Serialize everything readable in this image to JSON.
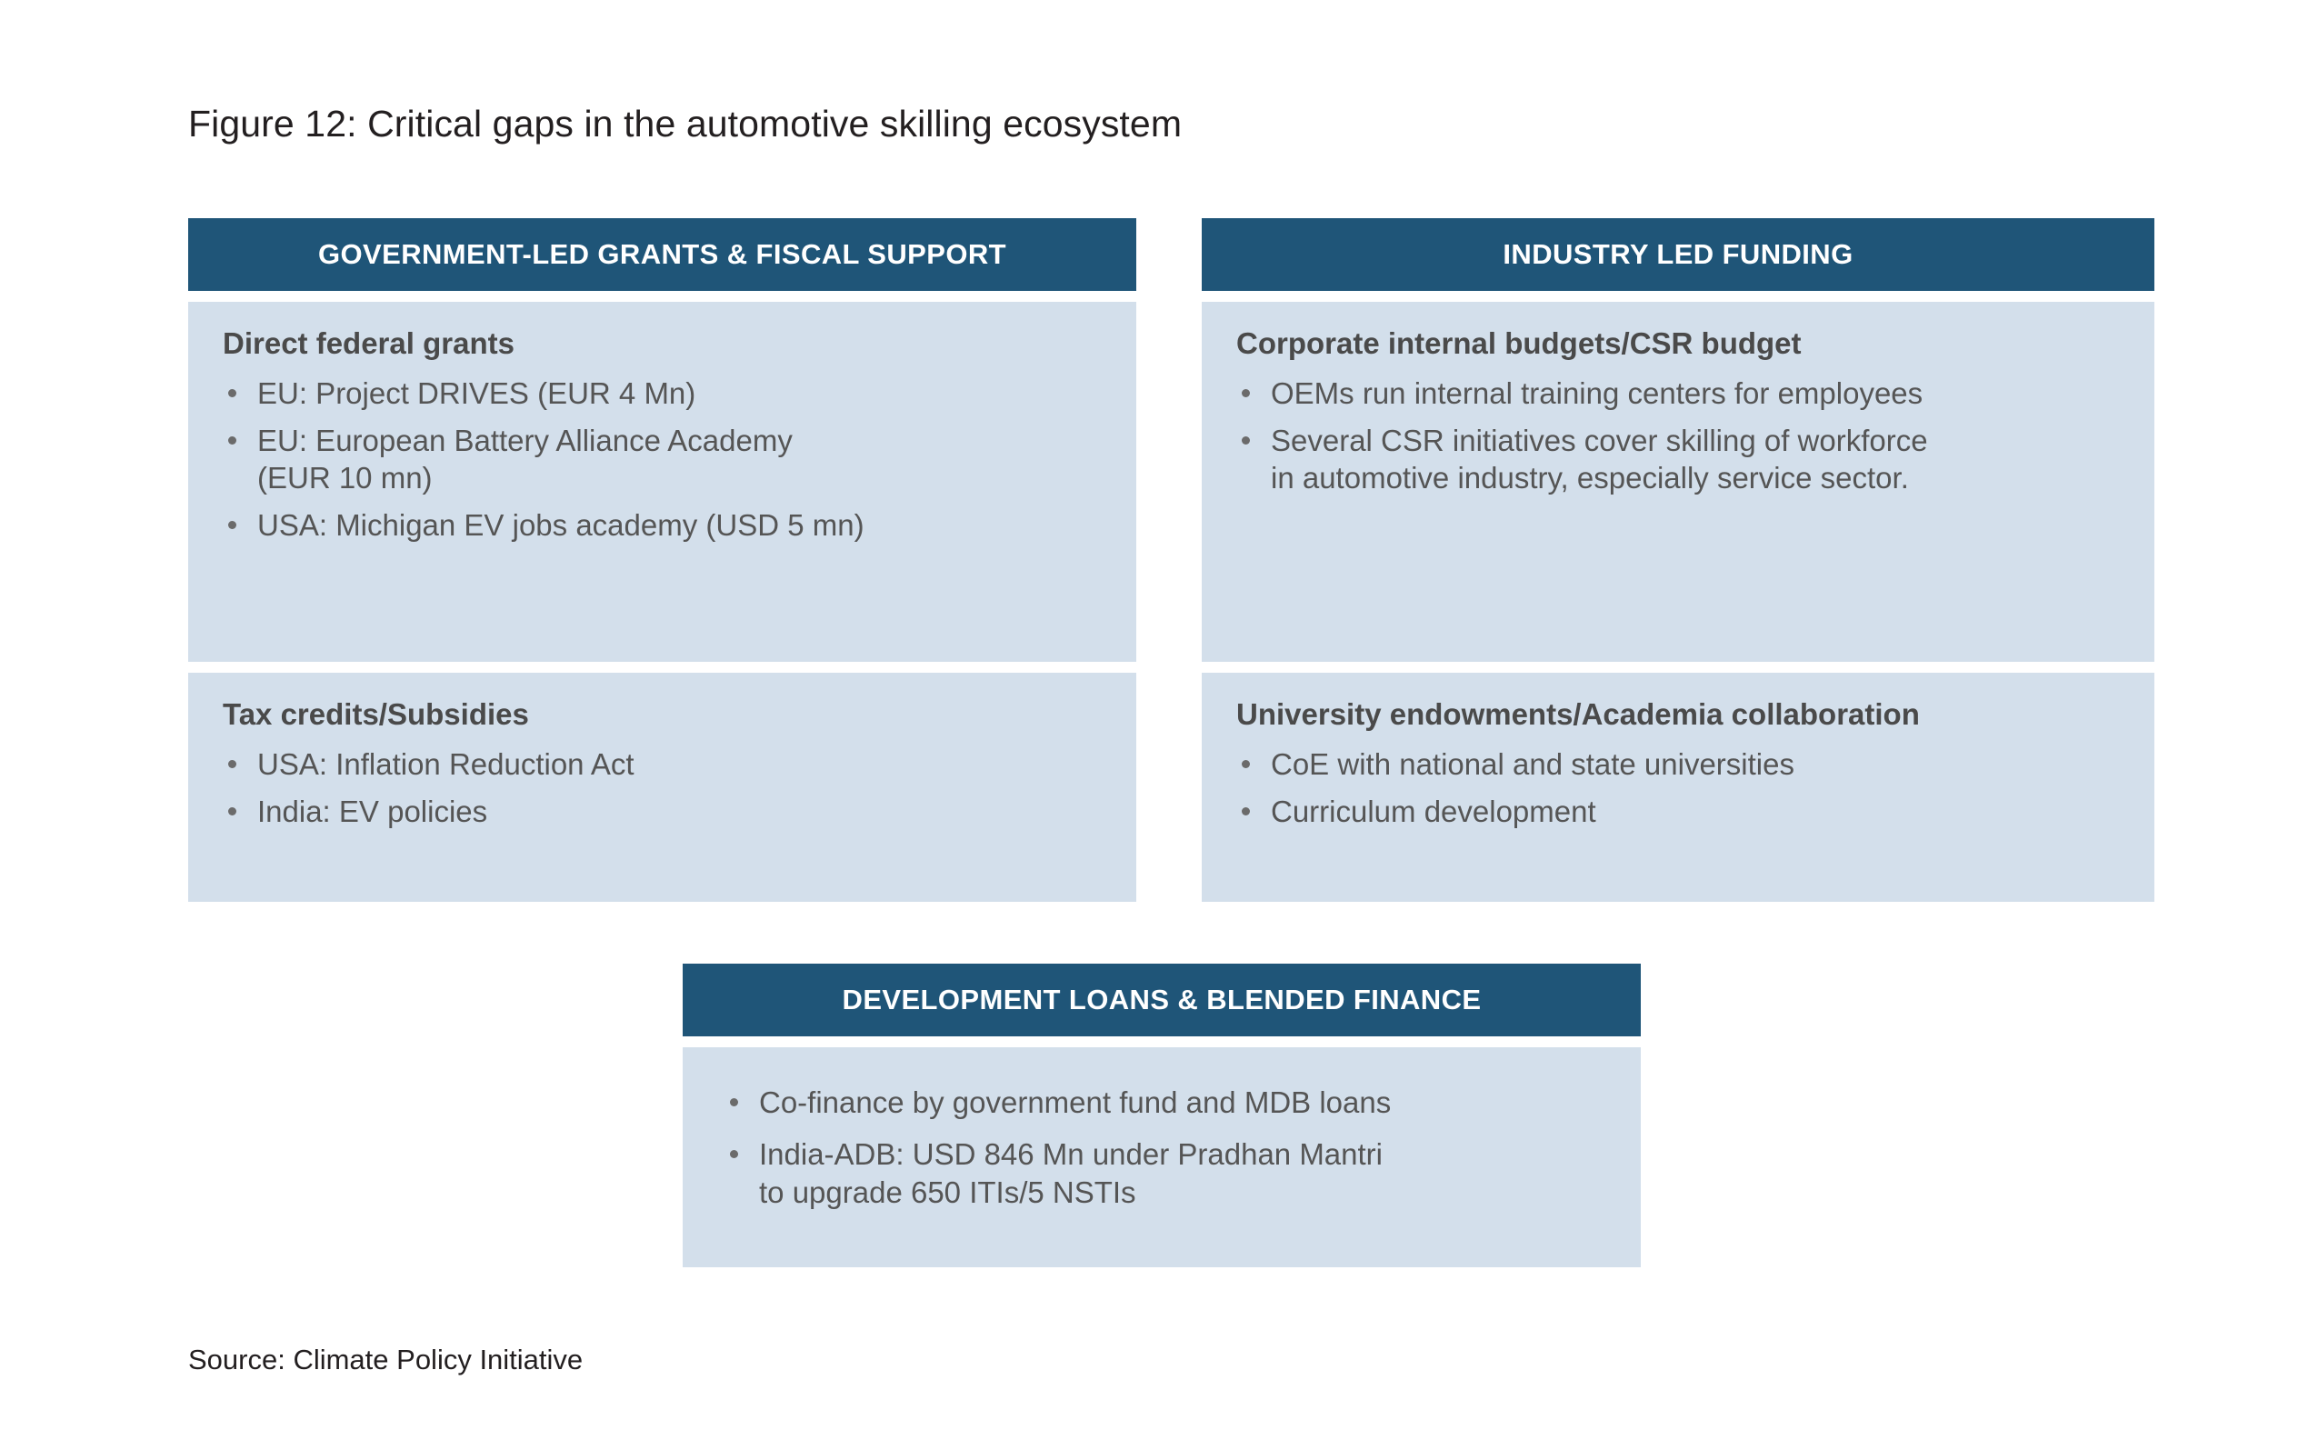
{
  "figure": {
    "title": "Figure 12: Critical gaps in the automotive skilling ecosystem",
    "source": "Source: Climate Policy Initiative"
  },
  "colors": {
    "header_blue": "#1f5578",
    "card_blue": "#d3dfeb",
    "body_text": "#555555",
    "title_text": "#231f20",
    "bullet_dot": "#6b6b6b",
    "page_background": "#ffffff"
  },
  "panels": {
    "top_left": {
      "header": "GOVERNMENT-LED GRANTS & FISCAL SUPPORT",
      "cards": [
        {
          "title": "Direct federal grants",
          "bullets": [
            "EU: Project DRIVES (EUR 4 Mn)",
            "EU: European Battery Alliance Academy\n(EUR 10 mn)",
            "USA: Michigan EV jobs academy (USD 5 mn)"
          ]
        },
        {
          "title": "Tax credits/Subsidies",
          "bullets": [
            "USA: Inflation Reduction Act",
            "India: EV policies"
          ]
        }
      ]
    },
    "top_right": {
      "header": "INDUSTRY LED FUNDING",
      "cards": [
        {
          "title": "Corporate internal budgets/CSR budget",
          "bullets": [
            "OEMs run internal training centers for employees",
            "Several CSR initiatives cover skilling of workforce\nin automotive industry, especially service sector."
          ]
        },
        {
          "title": "University endowments/Academia collaboration",
          "bullets": [
            "CoE with national and state universities",
            "Curriculum development"
          ]
        }
      ]
    },
    "bottom": {
      "header": "DEVELOPMENT LOANS & BLENDED FINANCE",
      "cards": [
        {
          "title": "",
          "bullets": [
            "Co-finance by government fund and MDB loans",
            "India-ADB: USD 846 Mn under Pradhan Mantri\nto upgrade 650 ITIs/5 NSTIs"
          ]
        }
      ]
    }
  }
}
